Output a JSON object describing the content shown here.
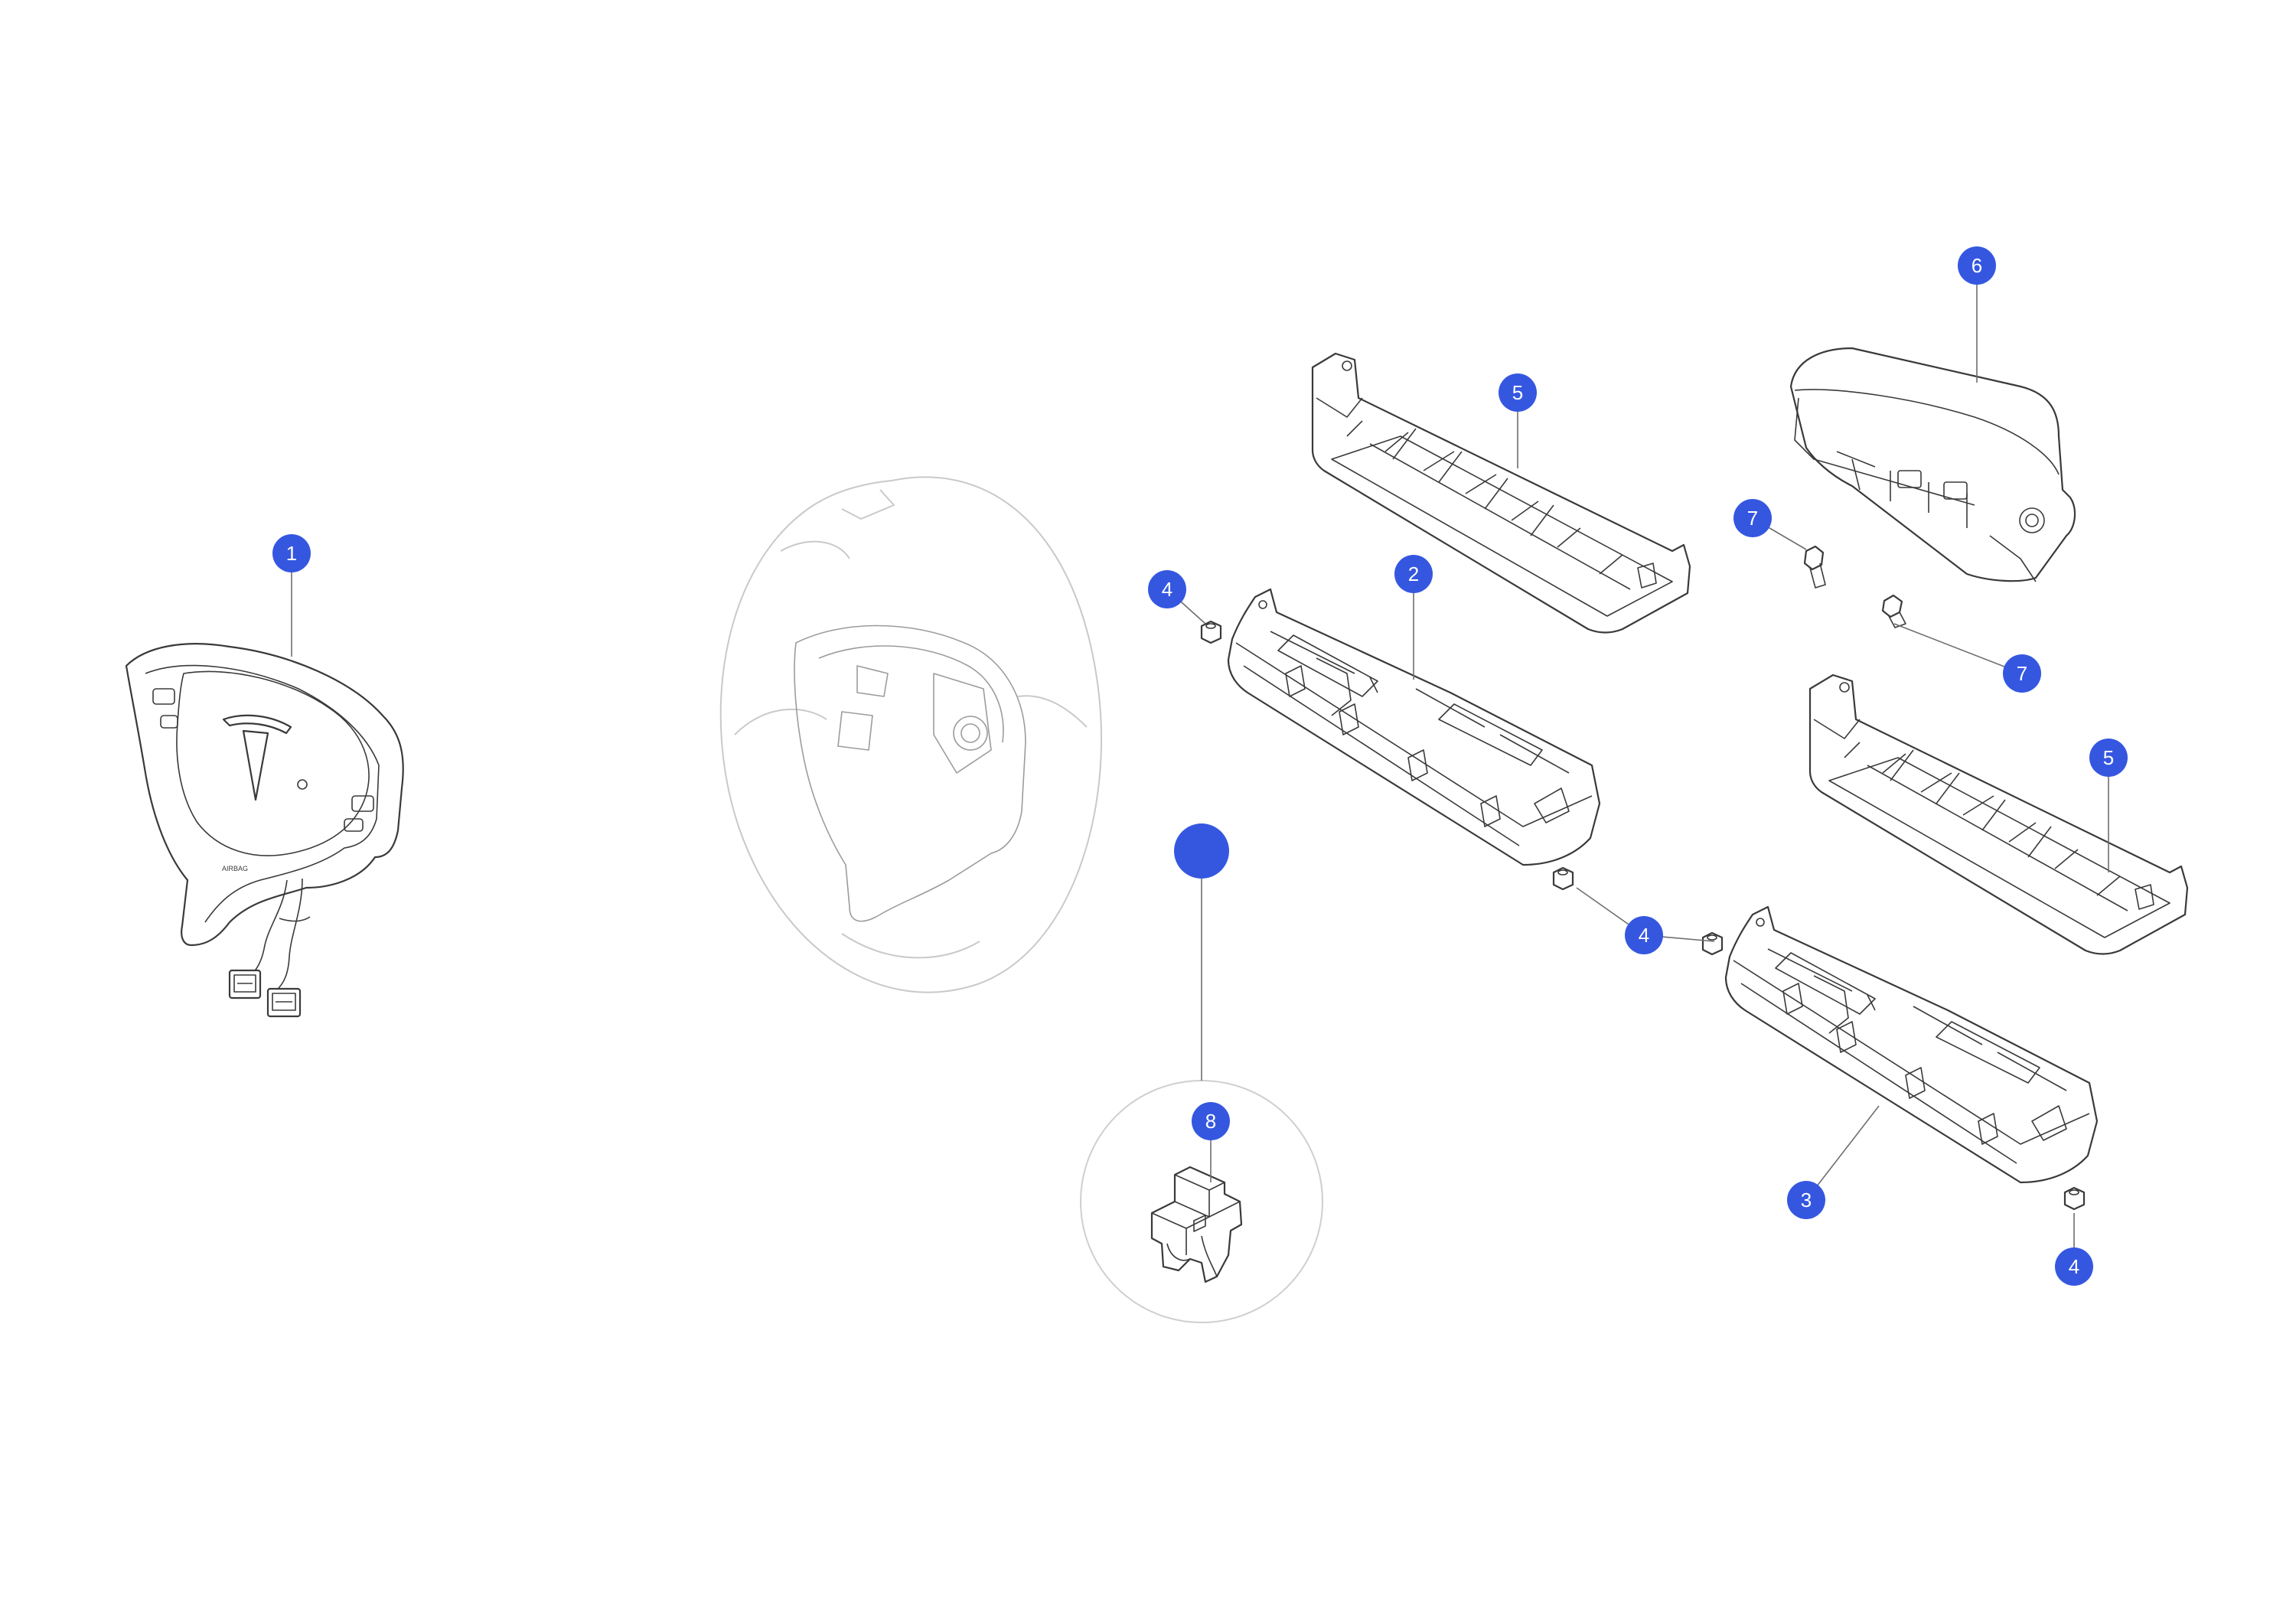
{
  "accent_color": "#3557e0",
  "callouts": [
    {
      "id": "c1",
      "label": "1"
    },
    {
      "id": "c2",
      "label": "2"
    },
    {
      "id": "c3",
      "label": "3"
    },
    {
      "id": "c4a",
      "label": "4"
    },
    {
      "id": "c4b",
      "label": "4"
    },
    {
      "id": "c4c",
      "label": "4"
    },
    {
      "id": "c5a",
      "label": "5"
    },
    {
      "id": "c5b",
      "label": "5"
    },
    {
      "id": "c6",
      "label": "6"
    },
    {
      "id": "c7a",
      "label": "7"
    },
    {
      "id": "c7b",
      "label": "7"
    },
    {
      "id": "c8",
      "label": "8"
    },
    {
      "id": "c-detail",
      "label": ""
    }
  ],
  "emblems": {
    "horn_pad_logo": "tesla-logo",
    "airbag_marking": "AIRBAG"
  }
}
